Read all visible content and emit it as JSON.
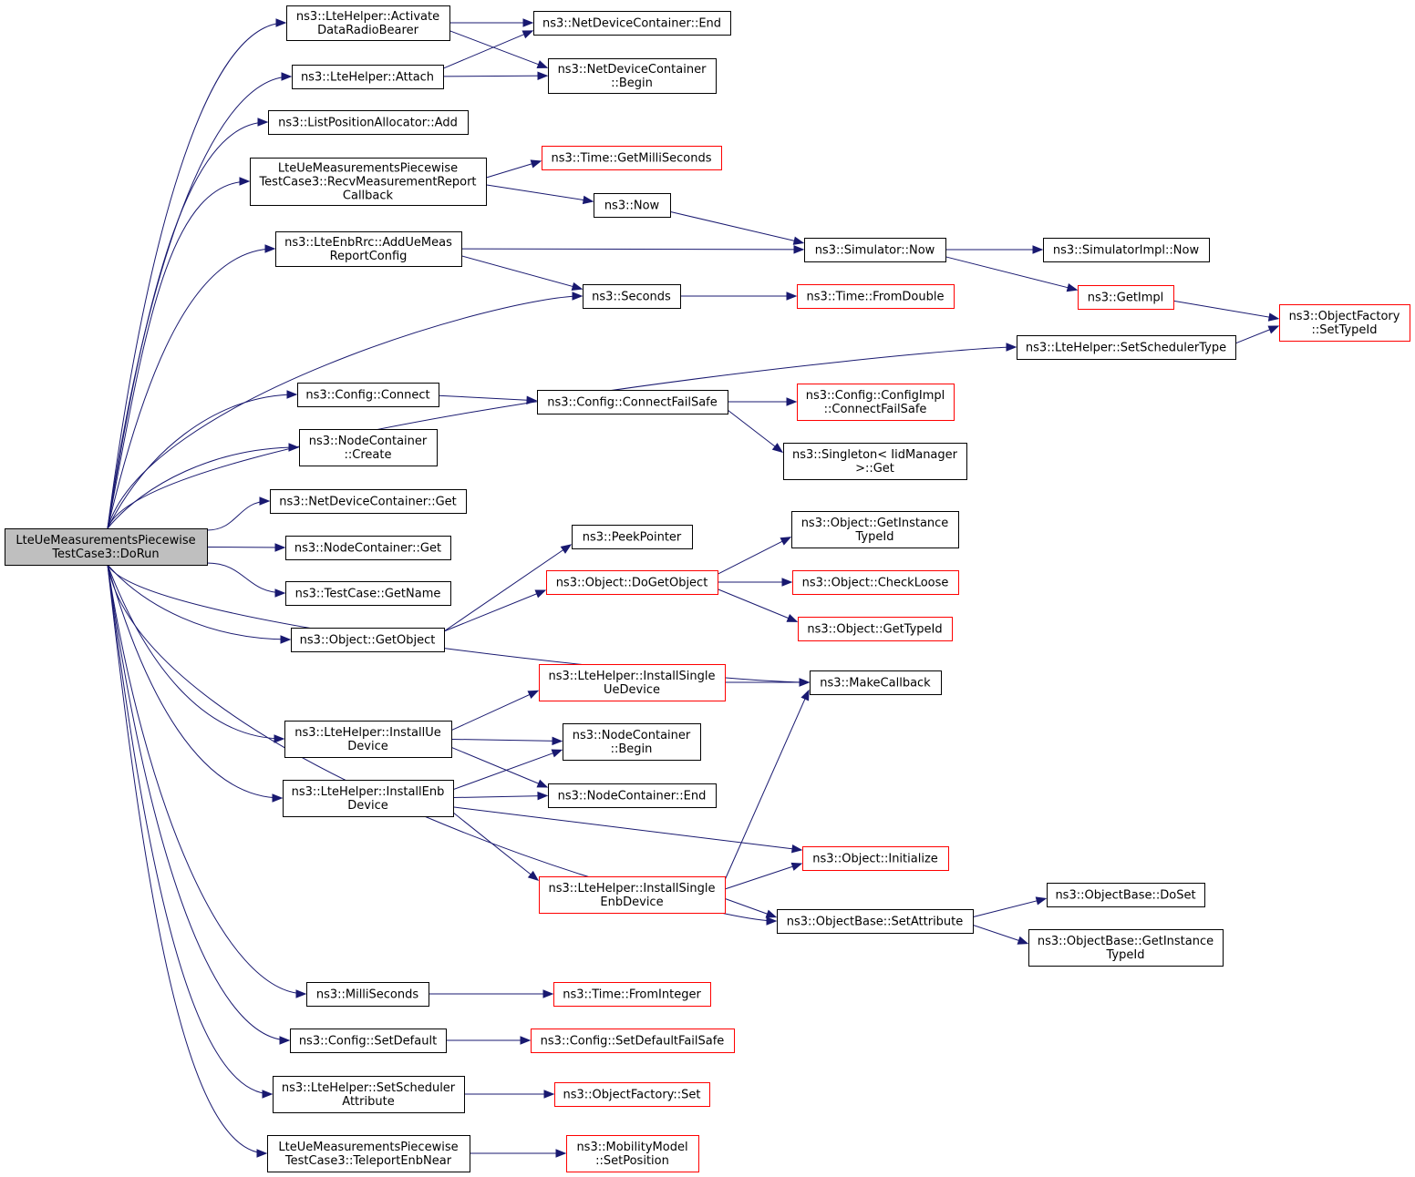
{
  "colors": {
    "edge": "#191970",
    "node_border": "#000000",
    "node_border_link_missing": "#ff0000",
    "root_fill": "#bfbfbf"
  },
  "nodes": {
    "dorun": {
      "lines": [
        "LteUeMeasurementsPiecewise",
        "TestCase3::DoRun"
      ],
      "style": "root"
    },
    "activate": {
      "lines": [
        "ns3::LteHelper::Activate",
        "DataRadioBearer"
      ],
      "style": "normal"
    },
    "attach": {
      "lines": [
        "ns3::LteHelper::Attach"
      ],
      "style": "normal"
    },
    "ndc_end": {
      "lines": [
        "ns3::NetDeviceContainer::End"
      ],
      "style": "normal"
    },
    "ndc_begin": {
      "lines": [
        "ns3::NetDeviceContainer",
        "::Begin"
      ],
      "style": "normal"
    },
    "lpa_add": {
      "lines": [
        "ns3::ListPositionAllocator::Add"
      ],
      "style": "normal"
    },
    "recv": {
      "lines": [
        "LteUeMeasurementsPiecewise",
        "TestCase3::RecvMeasurementReport",
        "Callback"
      ],
      "style": "normal"
    },
    "getmilli": {
      "lines": [
        "ns3::Time::GetMilliSeconds"
      ],
      "style": "red"
    },
    "now": {
      "lines": [
        "ns3::Now"
      ],
      "style": "normal"
    },
    "addue": {
      "lines": [
        "ns3::LteEnbRrc::AddUeMeas",
        "ReportConfig"
      ],
      "style": "normal"
    },
    "sim_now": {
      "lines": [
        "ns3::Simulator::Now"
      ],
      "style": "normal"
    },
    "simimpl_now": {
      "lines": [
        "ns3::SimulatorImpl::Now"
      ],
      "style": "normal"
    },
    "seconds": {
      "lines": [
        "ns3::Seconds"
      ],
      "style": "normal"
    },
    "fromdouble": {
      "lines": [
        "ns3::Time::FromDouble"
      ],
      "style": "red"
    },
    "getimpl": {
      "lines": [
        "ns3::GetImpl"
      ],
      "style": "red"
    },
    "of_settypeid": {
      "lines": [
        "ns3::ObjectFactory",
        "::SetTypeId"
      ],
      "style": "red"
    },
    "setschedtype": {
      "lines": [
        "ns3::LteHelper::SetSchedulerType"
      ],
      "style": "normal"
    },
    "cfg_connect": {
      "lines": [
        "ns3::Config::Connect"
      ],
      "style": "normal"
    },
    "cfg_connectfs": {
      "lines": [
        "ns3::Config::ConnectFailSafe"
      ],
      "style": "normal"
    },
    "cfgimpl_connectfs": {
      "lines": [
        "ns3::Config::ConfigImpl",
        "::ConnectFailSafe"
      ],
      "style": "red"
    },
    "singleton_get": {
      "lines": [
        "ns3::Singleton< IidManager",
        ">::Get"
      ],
      "style": "normal"
    },
    "nc_create": {
      "lines": [
        "ns3::NodeContainer",
        "::Create"
      ],
      "style": "normal"
    },
    "ndc_get": {
      "lines": [
        "ns3::NetDeviceContainer::Get"
      ],
      "style": "normal"
    },
    "nc_get": {
      "lines": [
        "ns3::NodeContainer::Get"
      ],
      "style": "normal"
    },
    "tc_getname": {
      "lines": [
        "ns3::TestCase::GetName"
      ],
      "style": "normal"
    },
    "obj_getobject": {
      "lines": [
        "ns3::Object::GetObject"
      ],
      "style": "normal"
    },
    "peekpointer": {
      "lines": [
        "ns3::PeekPointer"
      ],
      "style": "normal"
    },
    "obj_dogetobject": {
      "lines": [
        "ns3::Object::DoGetObject"
      ],
      "style": "red"
    },
    "obj_getinsttid": {
      "lines": [
        "ns3::Object::GetInstance",
        "TypeId"
      ],
      "style": "normal"
    },
    "obj_checkloose": {
      "lines": [
        "ns3::Object::CheckLoose"
      ],
      "style": "red"
    },
    "obj_gettypeid": {
      "lines": [
        "ns3::Object::GetTypeId"
      ],
      "style": "red"
    },
    "installsingleue": {
      "lines": [
        "ns3::LteHelper::InstallSingle",
        "UeDevice"
      ],
      "style": "red"
    },
    "makecallback": {
      "lines": [
        "ns3::MakeCallback"
      ],
      "style": "normal"
    },
    "installue": {
      "lines": [
        "ns3::LteHelper::InstallUe",
        "Device"
      ],
      "style": "normal"
    },
    "nc_begin": {
      "lines": [
        "ns3::NodeContainer",
        "::Begin"
      ],
      "style": "normal"
    },
    "nc_end": {
      "lines": [
        "ns3::NodeContainer::End"
      ],
      "style": "normal"
    },
    "installenb": {
      "lines": [
        "ns3::LteHelper::InstallEnb",
        "Device"
      ],
      "style": "normal"
    },
    "obj_initialize": {
      "lines": [
        "ns3::Object::Initialize"
      ],
      "style": "red"
    },
    "installsingleenb": {
      "lines": [
        "ns3::LteHelper::InstallSingle",
        "EnbDevice"
      ],
      "style": "red"
    },
    "ob_setattr": {
      "lines": [
        "ns3::ObjectBase::SetAttribute"
      ],
      "style": "normal"
    },
    "ob_doset": {
      "lines": [
        "ns3::ObjectBase::DoSet"
      ],
      "style": "normal"
    },
    "ob_getinsttid": {
      "lines": [
        "ns3::ObjectBase::GetInstance",
        "TypeId"
      ],
      "style": "normal"
    },
    "millis": {
      "lines": [
        "ns3::MilliSeconds"
      ],
      "style": "normal"
    },
    "frominteger": {
      "lines": [
        "ns3::Time::FromInteger"
      ],
      "style": "red"
    },
    "cfg_setdefault": {
      "lines": [
        "ns3::Config::SetDefault"
      ],
      "style": "normal"
    },
    "cfg_setdefaultfs": {
      "lines": [
        "ns3::Config::SetDefaultFailSafe"
      ],
      "style": "red"
    },
    "setschedattr": {
      "lines": [
        "ns3::LteHelper::SetScheduler",
        "Attribute"
      ],
      "style": "normal"
    },
    "of_set": {
      "lines": [
        "ns3::ObjectFactory::Set"
      ],
      "style": "red"
    },
    "teleport": {
      "lines": [
        "LteUeMeasurementsPiecewise",
        "TestCase3::TeleportEnbNear"
      ],
      "style": "normal"
    },
    "mm_setpos": {
      "lines": [
        "ns3::MobilityModel",
        "::SetPosition"
      ],
      "style": "red"
    }
  },
  "edges": [
    [
      "dorun",
      "activate"
    ],
    [
      "dorun",
      "attach"
    ],
    [
      "dorun",
      "lpa_add"
    ],
    [
      "dorun",
      "recv"
    ],
    [
      "dorun",
      "addue"
    ],
    [
      "dorun",
      "seconds"
    ],
    [
      "dorun",
      "setschedtype"
    ],
    [
      "dorun",
      "cfg_connect"
    ],
    [
      "dorun",
      "nc_create"
    ],
    [
      "dorun",
      "ndc_get"
    ],
    [
      "dorun",
      "nc_get"
    ],
    [
      "dorun",
      "tc_getname"
    ],
    [
      "dorun",
      "obj_getobject"
    ],
    [
      "dorun",
      "makecallback"
    ],
    [
      "dorun",
      "installue"
    ],
    [
      "dorun",
      "installenb"
    ],
    [
      "dorun",
      "ob_setattr"
    ],
    [
      "dorun",
      "millis"
    ],
    [
      "dorun",
      "cfg_setdefault"
    ],
    [
      "dorun",
      "setschedattr"
    ],
    [
      "dorun",
      "teleport"
    ],
    [
      "activate",
      "ndc_end"
    ],
    [
      "activate",
      "ndc_begin"
    ],
    [
      "attach",
      "ndc_end"
    ],
    [
      "attach",
      "ndc_begin"
    ],
    [
      "recv",
      "getmilli"
    ],
    [
      "recv",
      "now"
    ],
    [
      "now",
      "sim_now"
    ],
    [
      "addue",
      "sim_now"
    ],
    [
      "addue",
      "seconds"
    ],
    [
      "sim_now",
      "simimpl_now"
    ],
    [
      "sim_now",
      "getimpl"
    ],
    [
      "getimpl",
      "of_settypeid"
    ],
    [
      "seconds",
      "fromdouble"
    ],
    [
      "setschedtype",
      "of_settypeid"
    ],
    [
      "cfg_connect",
      "cfg_connectfs"
    ],
    [
      "cfg_connectfs",
      "cfgimpl_connectfs"
    ],
    [
      "cfg_connectfs",
      "singleton_get"
    ],
    [
      "obj_getobject",
      "peekpointer"
    ],
    [
      "obj_getobject",
      "obj_dogetobject"
    ],
    [
      "obj_dogetobject",
      "obj_getinsttid"
    ],
    [
      "obj_dogetobject",
      "obj_checkloose"
    ],
    [
      "obj_dogetobject",
      "obj_gettypeid"
    ],
    [
      "installue",
      "installsingleue"
    ],
    [
      "installue",
      "nc_begin"
    ],
    [
      "installue",
      "nc_end"
    ],
    [
      "installsingleue",
      "makecallback"
    ],
    [
      "installenb",
      "nc_begin"
    ],
    [
      "installenb",
      "nc_end"
    ],
    [
      "installenb",
      "obj_initialize"
    ],
    [
      "installenb",
      "installsingleenb"
    ],
    [
      "installsingleenb",
      "makecallback"
    ],
    [
      "installsingleenb",
      "obj_initialize"
    ],
    [
      "installsingleenb",
      "ob_setattr"
    ],
    [
      "ob_setattr",
      "ob_doset"
    ],
    [
      "ob_setattr",
      "ob_getinsttid"
    ],
    [
      "millis",
      "frominteger"
    ],
    [
      "cfg_setdefault",
      "cfg_setdefaultfs"
    ],
    [
      "setschedattr",
      "of_set"
    ],
    [
      "teleport",
      "mm_setpos"
    ]
  ]
}
